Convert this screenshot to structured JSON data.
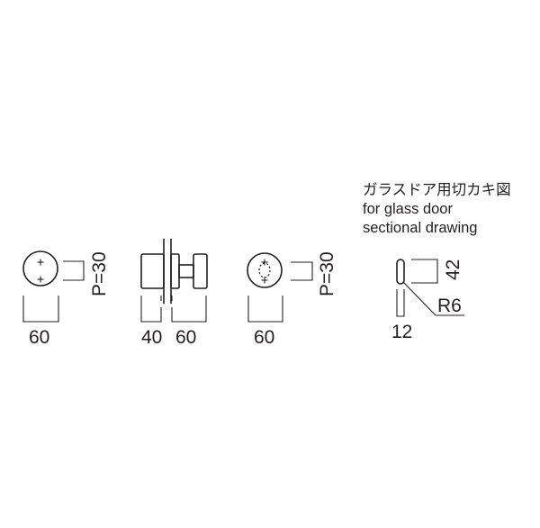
{
  "drawing": {
    "front_view_1": {
      "pitch_label": "P=30",
      "width_label": "60"
    },
    "side_view": {
      "left_label": "40",
      "right_label": "60"
    },
    "front_view_2": {
      "pitch_label": "P=30",
      "width_label": "60"
    },
    "cutout": {
      "title_jp": "ガラスドア用切カキ図",
      "title_en_line1": "for glass door",
      "title_en_line2": "sectional drawing",
      "height_label": "42",
      "radius_label": "R6",
      "width_label": "12"
    },
    "colors": {
      "line": "#231f20",
      "background": "#ffffff"
    }
  }
}
